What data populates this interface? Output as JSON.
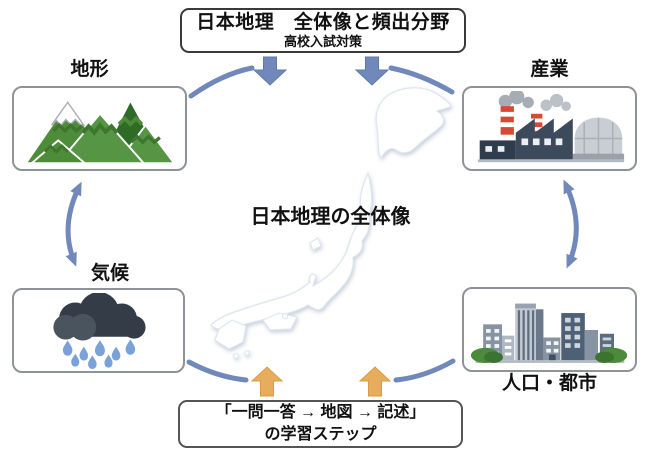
{
  "header": {
    "title": "日本地理　全体像と頻出分野",
    "subtitle": "高校入試対策"
  },
  "center": {
    "caption": "日本地理の全体像",
    "map": "japan-map"
  },
  "nodes": {
    "terrain": {
      "label": "地形",
      "icon": "mountains-icon",
      "position": "top-left"
    },
    "industry": {
      "label": "産業",
      "icon": "factory-icon",
      "position": "top-right"
    },
    "climate": {
      "label": "気候",
      "icon": "rain-cloud-icon",
      "position": "bottom-left"
    },
    "population": {
      "label": "人口・都市",
      "icon": "city-buildings-icon",
      "position": "bottom-right"
    }
  },
  "footer": {
    "line1": "「一問一答 → 地図 → 記述」",
    "line2": "の学習ステップ"
  },
  "colors": {
    "arrow_blue": "#7189ba",
    "arrow_orange": "#e7ad5c",
    "box_border_gray": "#8f9399",
    "box_border_dark": "#3a3a3a",
    "mountain_green": "#4f8c3a",
    "mountain_dark_green": "#2e6b26",
    "cloud_dark": "#39424d",
    "rain_blue": "#7aa2d8",
    "factory_dark": "#3d4a5b",
    "chimney_red": "#d64a35",
    "city_slate": "#4e6076",
    "bush_green": "#4c8a3c"
  }
}
